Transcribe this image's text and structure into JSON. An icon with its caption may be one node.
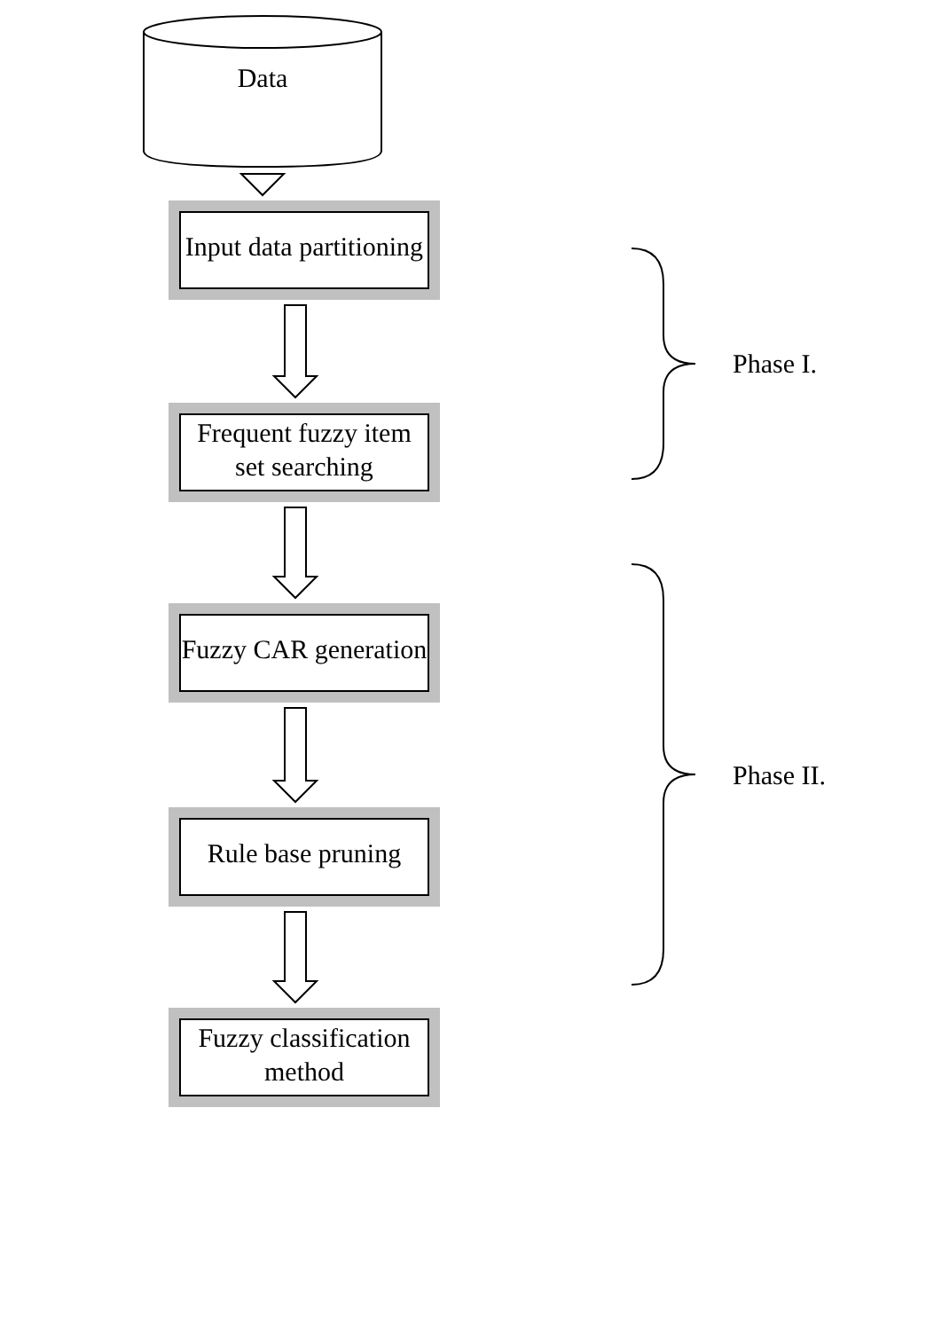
{
  "diagram": {
    "nodes": [
      {
        "text": [
          "Data"
        ]
      },
      {
        "text": [
          "Input data partitioning"
        ]
      },
      {
        "text": [
          "Frequent fuzzy item set searching"
        ]
      },
      {
        "text": [
          "Fuzzy CAR generation"
        ]
      },
      {
        "text": [
          "Rule base pruning"
        ]
      },
      {
        "text": [
          "Fuzzy classification method"
        ]
      }
    ],
    "edges": [
      {
        "from": 0,
        "to": 1,
        "arrow": "to"
      },
      {
        "from": 1,
        "to": 2,
        "arrow": "to"
      },
      {
        "from": 2,
        "to": 3,
        "arrow": "to"
      },
      {
        "from": 3,
        "to": 4,
        "arrow": "to"
      },
      {
        "from": 4,
        "to": 5,
        "arrow": "to"
      }
    ],
    "labels": [
      "Phase I.",
      "Phase II."
    ]
  }
}
